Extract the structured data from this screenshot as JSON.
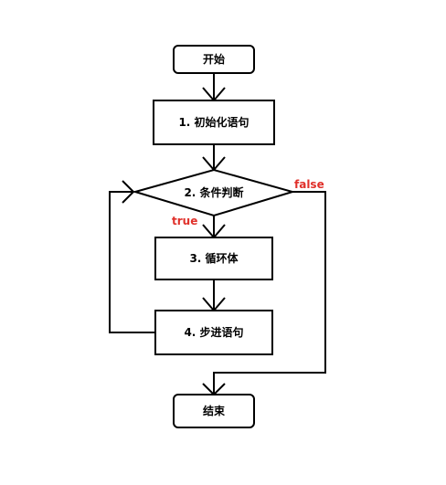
{
  "nodes": {
    "start": "开始",
    "init": "1. 初始化语句",
    "condition": "2. 条件判断",
    "body": "3. 循环体",
    "step": "4. 步进语句",
    "end": "结束"
  },
  "edges": {
    "true_label": "true",
    "false_label": "false"
  },
  "colors": {
    "edge_label": "#e0302a",
    "stroke": "#000000",
    "background": "#ffffff"
  }
}
